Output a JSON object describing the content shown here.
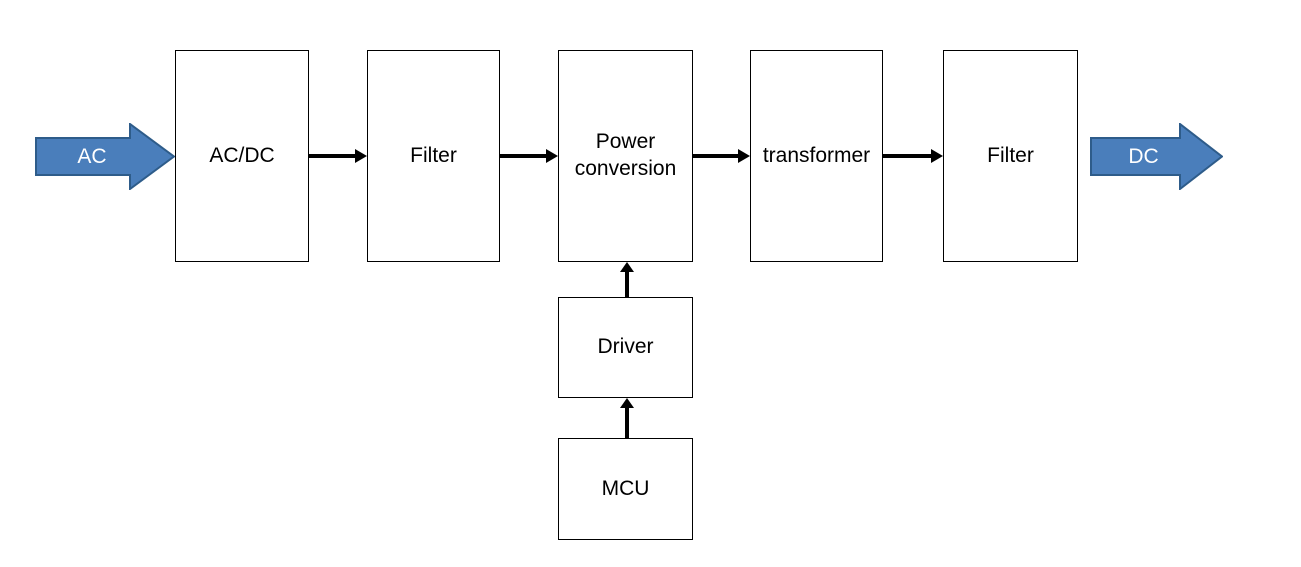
{
  "diagram": {
    "title": "AC to DC power conversion block diagram",
    "background_color": "#ffffff",
    "box_border_color": "#000000",
    "box_fill_color": "#ffffff",
    "connector_color": "#000000",
    "arrow_fill_color": "#4a7ebb",
    "arrow_border_color": "#2e5c8a",
    "arrow_text_color": "#ffffff"
  },
  "input_arrow": {
    "label": "AC",
    "name": "ac-input-arrow"
  },
  "output_arrow": {
    "label": "DC",
    "name": "dc-output-arrow"
  },
  "blocks": [
    {
      "id": "acdc",
      "label": "AC/DC"
    },
    {
      "id": "filter1",
      "label": "Filter"
    },
    {
      "id": "power",
      "label": "Power conversion"
    },
    {
      "id": "xformer",
      "label": "transformer"
    },
    {
      "id": "filter2",
      "label": "Filter"
    },
    {
      "id": "driver",
      "label": "Driver"
    },
    {
      "id": "mcu",
      "label": "MCU"
    }
  ],
  "connections": [
    {
      "id": "c1",
      "from": "acdc",
      "to": "filter1",
      "direction": "right"
    },
    {
      "id": "c2",
      "from": "filter1",
      "to": "power",
      "direction": "right"
    },
    {
      "id": "c3",
      "from": "power",
      "to": "xformer",
      "direction": "right"
    },
    {
      "id": "c4",
      "from": "xformer",
      "to": "filter2",
      "direction": "right"
    },
    {
      "id": "c5",
      "from": "driver",
      "to": "power",
      "direction": "up"
    },
    {
      "id": "c6",
      "from": "mcu",
      "to": "driver",
      "direction": "up"
    }
  ]
}
